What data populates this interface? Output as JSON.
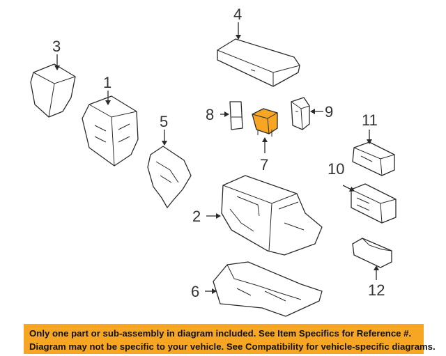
{
  "callouts": {
    "c1": "1",
    "c2": "2",
    "c3": "3",
    "c4": "4",
    "c5": "5",
    "c6": "6",
    "c7": "7",
    "c8": "8",
    "c9": "9",
    "c10": "10",
    "c11": "11",
    "c12": "12"
  },
  "highlighted_part": "7",
  "colors": {
    "highlight": "#f6a623",
    "banner": "#f6a623",
    "line": "#2a2a2a"
  },
  "notice": {
    "line1": "Only one part or sub-assembly in diagram included. See Item Specifics for Reference #.",
    "line2": "Diagram may not be specific to your vehicle. See Compatibility for vehicle-specific diagrams."
  }
}
